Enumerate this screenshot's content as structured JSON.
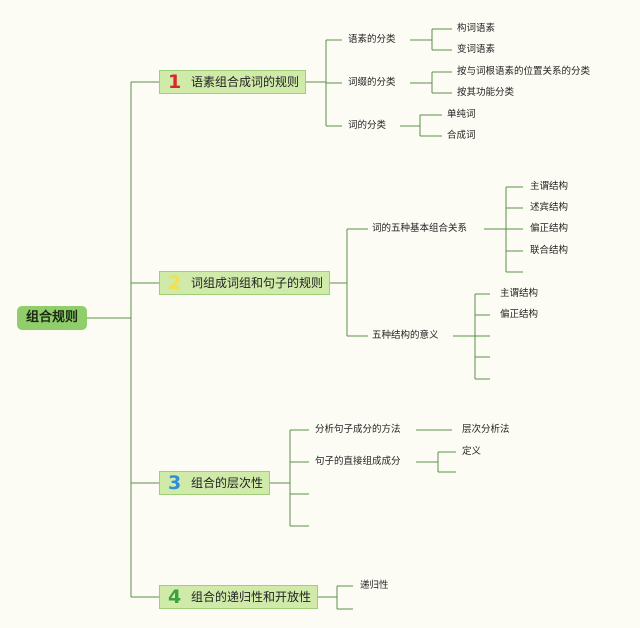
{
  "root": {
    "label": "组合规则"
  },
  "branches": [
    {
      "number": "1",
      "number_color": "#d9282f",
      "label": "语素组合成词的规则"
    },
    {
      "number": "2",
      "number_color": "#f3e04a",
      "label": "词组成词组和句子的规则"
    },
    {
      "number": "3",
      "number_color": "#2e8fd4",
      "label": "组合的层次性"
    },
    {
      "number": "4",
      "number_color": "#3ba33b",
      "label": "组合的递归性和开放性"
    }
  ],
  "b1": {
    "morpheme_class": "语素的分类",
    "morpheme_children": [
      "构词语素",
      "变词语素"
    ],
    "affix_class": "词缀的分类",
    "affix_children": [
      "按与词根语素的位置关系的分类",
      "按其功能分类"
    ],
    "word_class": "词的分类",
    "word_children": [
      "单纯词",
      "合成词"
    ]
  },
  "b2": {
    "five_relations": "词的五种基本组合关系",
    "relation_children": [
      "主谓结构",
      "述宾结构",
      "偏正结构",
      "联合结构"
    ],
    "five_meaning": "五种结构的意义",
    "meaning_children": [
      "主谓结构",
      "偏正结构"
    ]
  },
  "b3": {
    "method": "分析句子成分的方法",
    "method_child": "层次分析法",
    "direct": "句子的直接组成成分",
    "direct_child": "定义"
  },
  "b4": {
    "child": "递归性"
  }
}
